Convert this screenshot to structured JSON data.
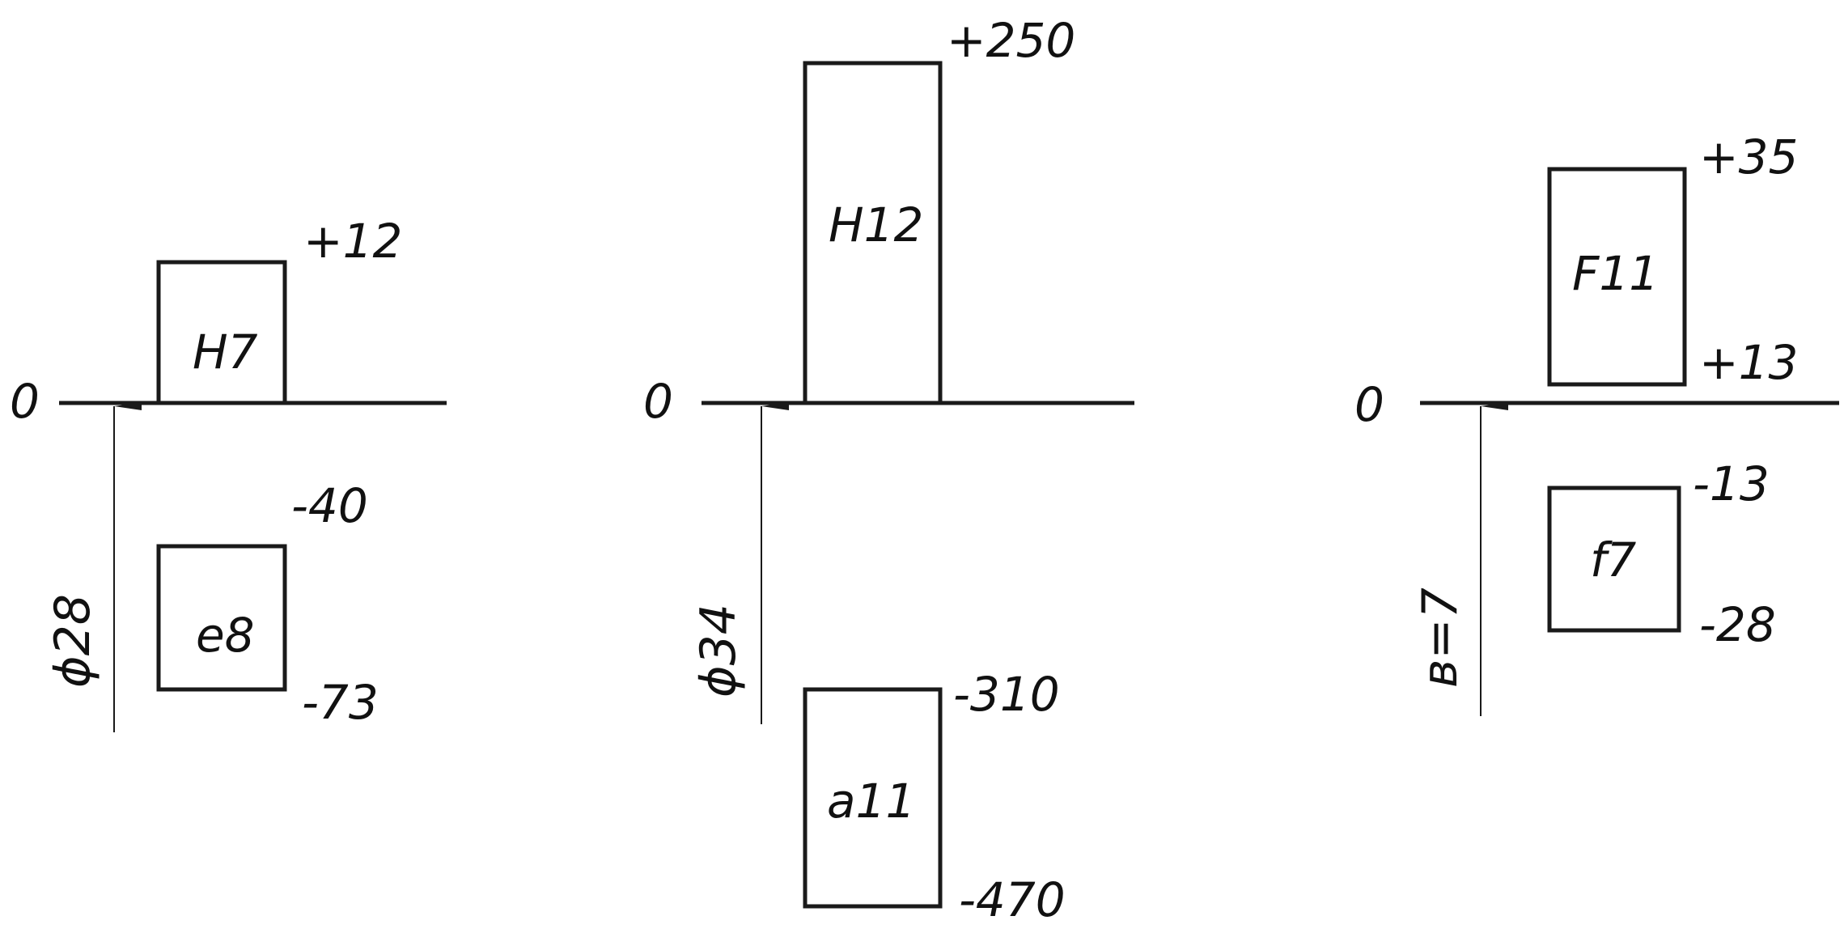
{
  "colors": {
    "line": "#1a1a1a",
    "background": "#ffffff"
  },
  "panels": [
    {
      "zero_label": "0",
      "size_label": "ϕ28",
      "hole": {
        "label": "H7",
        "upper": "+12"
      },
      "shaft": {
        "label": "e8",
        "upper": "-40",
        "lower": "-73"
      }
    },
    {
      "zero_label": "0",
      "size_label": "ϕ34",
      "hole": {
        "label": "H12",
        "upper": "+250"
      },
      "shaft": {
        "label": "a11",
        "upper": "-310",
        "lower": "-470"
      }
    },
    {
      "zero_label": "0",
      "size_label": "в=7",
      "hole": {
        "label": "F11",
        "upper": "+35",
        "lower": "+13"
      },
      "shaft": {
        "label": "f7",
        "upper": "-13",
        "lower": "-28"
      }
    }
  ]
}
